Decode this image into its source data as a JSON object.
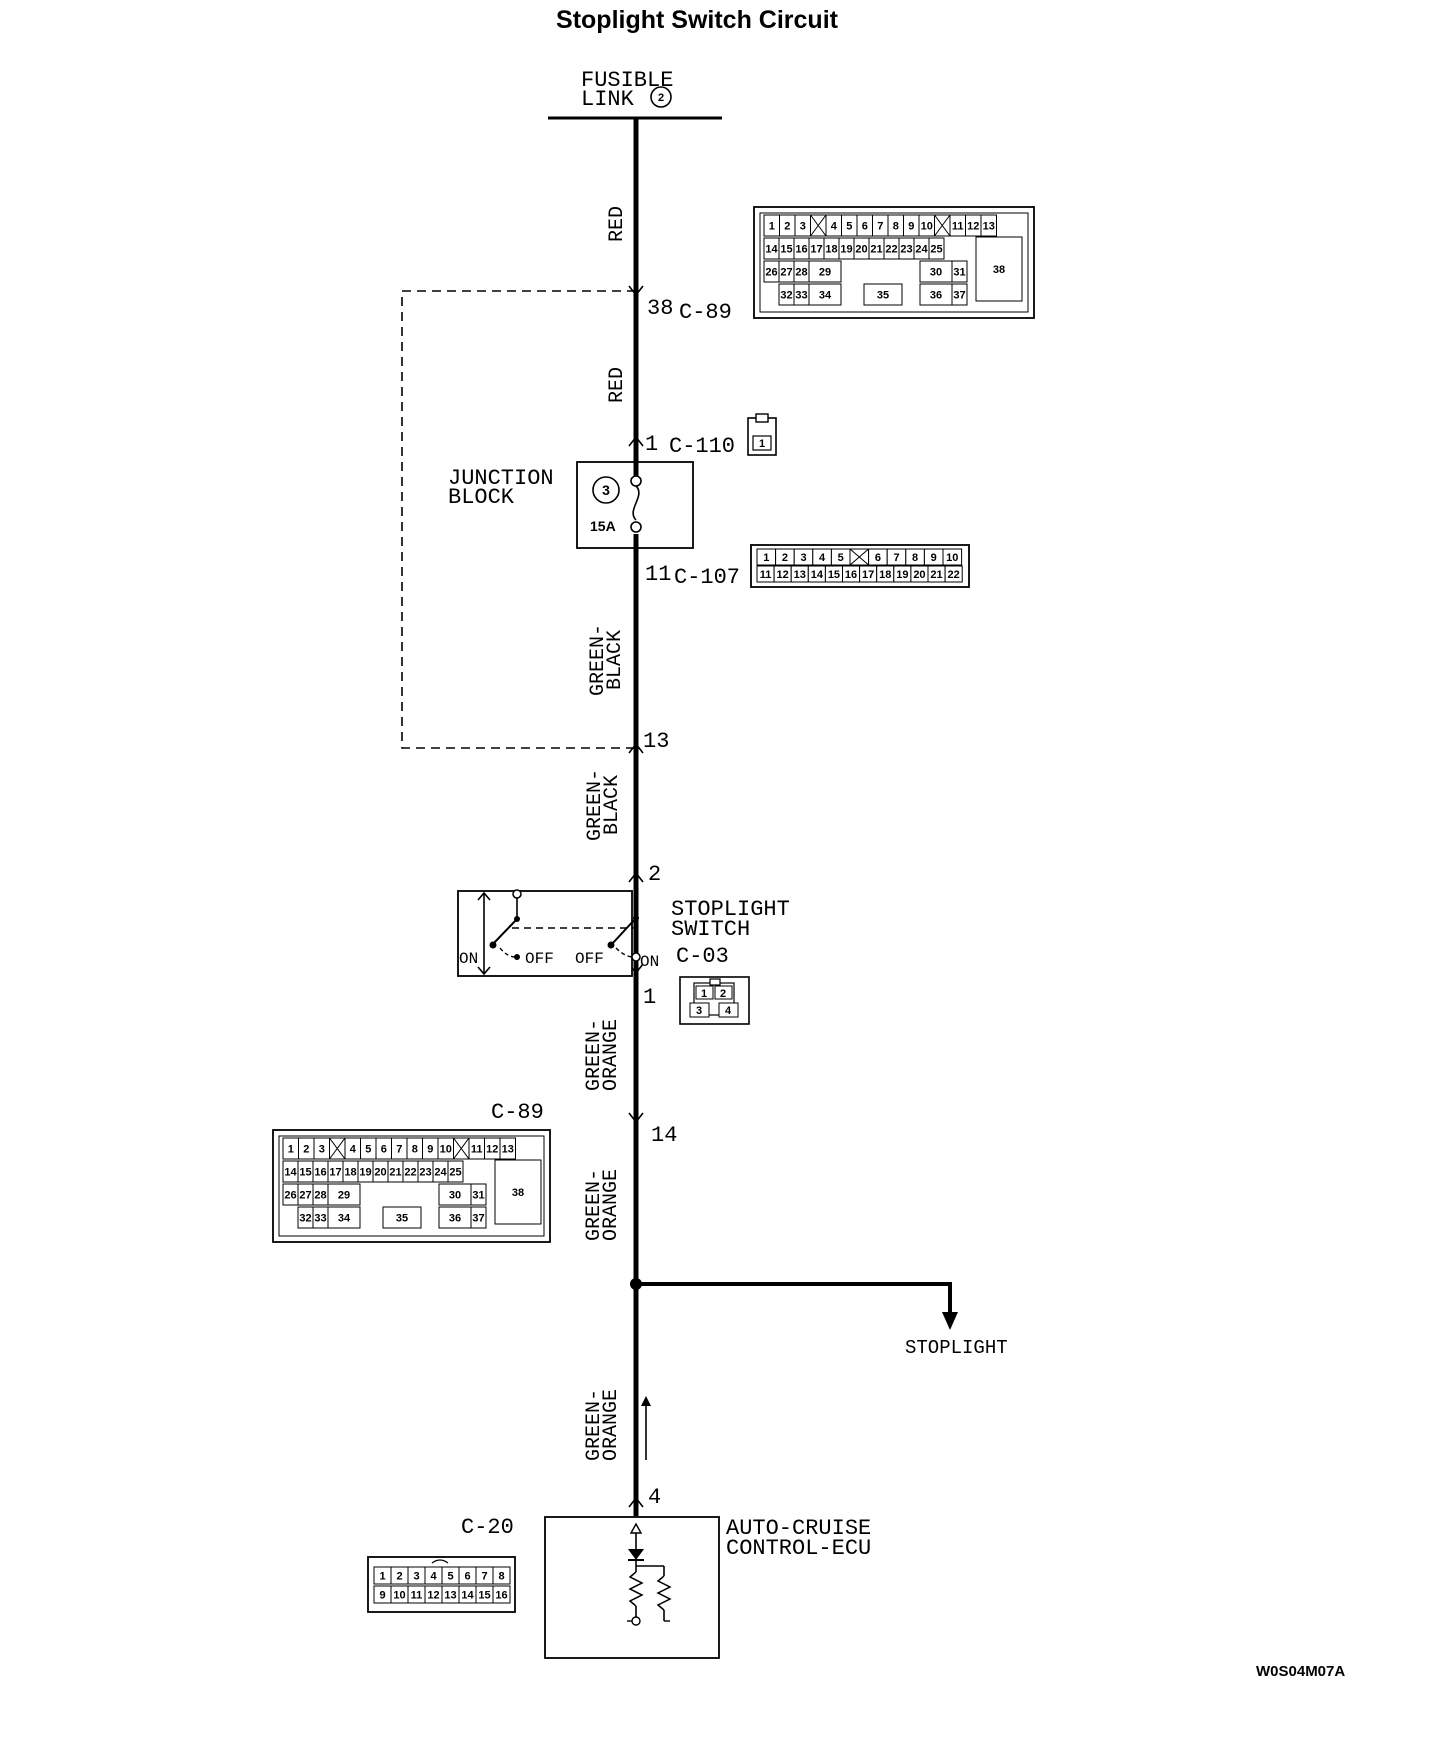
{
  "title": "Stoplight Switch Circuit",
  "fusible_link": {
    "line1": "FUSIBLE",
    "line2": "LINK",
    "number": "2"
  },
  "wire_labels": {
    "red_1": "RED",
    "red_2": "RED",
    "green_black_1": [
      "GREEN-",
      "BLACK"
    ],
    "green_black_2": [
      "GREEN-",
      "BLACK"
    ],
    "green_orange_1": [
      "GREEN-",
      "ORANGE"
    ],
    "green_orange_2": [
      "GREEN-",
      "ORANGE"
    ],
    "green_orange_3": [
      "GREEN-",
      "ORANGE"
    ]
  },
  "terminals": {
    "c89_top": {
      "pin": "38",
      "connector": "C-89"
    },
    "c110": {
      "pin": "1",
      "connector": "C-110"
    },
    "c107": {
      "pin": "11",
      "connector": "C-107"
    },
    "t13": {
      "pin": "13"
    },
    "t2": {
      "pin": "2"
    },
    "t1": {
      "pin": "1"
    },
    "t14": {
      "pin": "14"
    },
    "t4": {
      "pin": "4"
    }
  },
  "junction_block": {
    "line1": "JUNCTION",
    "line2": "BLOCK",
    "fuse_number": "3",
    "fuse_rating": "15A"
  },
  "stoplight_switch": {
    "line1": "STOPLIGHT",
    "line2": "SWITCH",
    "connector": "C-03",
    "on_left": "ON",
    "off_left": "OFF",
    "off_right": "OFF",
    "on_right": "ON"
  },
  "c89_bottom_label": "C-89",
  "stoplight_out": "STOPLIGHT",
  "ecu": {
    "line1": "AUTO-CRUISE",
    "line2": "CONTROL-ECU",
    "connector": "C-20"
  },
  "diagram_code": "W0S04M07A",
  "connector_pins": {
    "c89_row1": [
      "1",
      "2",
      "3",
      "",
      "4",
      "5",
      "6",
      "7",
      "8",
      "9",
      "10",
      "",
      "11",
      "12",
      "13"
    ],
    "c89_row2": [
      "14",
      "15",
      "16",
      "17",
      "18",
      "19",
      "20",
      "21",
      "22",
      "23",
      "24",
      "25"
    ],
    "c89_row3": [
      "26",
      "27",
      "28",
      "29",
      "30",
      "31"
    ],
    "c89_row4": [
      "32",
      "33",
      "34",
      "35",
      "36",
      "37"
    ],
    "c89_big": "38",
    "c110": [
      "1"
    ],
    "c107_row1": [
      "1",
      "2",
      "3",
      "4",
      "5",
      "",
      "6",
      "7",
      "8",
      "9",
      "10"
    ],
    "c107_row2": [
      "11",
      "12",
      "13",
      "14",
      "15",
      "16",
      "17",
      "18",
      "19",
      "20",
      "21",
      "22"
    ],
    "c03": [
      "1",
      "2",
      "3",
      "4"
    ],
    "c20_row1": [
      "1",
      "2",
      "3",
      "4",
      "5",
      "6",
      "7",
      "8"
    ],
    "c20_row2": [
      "9",
      "10",
      "11",
      "12",
      "13",
      "14",
      "15",
      "16"
    ]
  }
}
